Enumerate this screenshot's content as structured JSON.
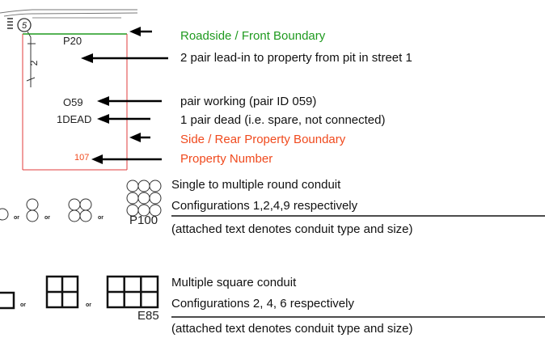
{
  "legend": {
    "roadside": "Roadside / Front Boundary",
    "lead_in": "2 pair lead-in to property from pit in street 1",
    "pair_working": "pair working (pair ID 059)",
    "pair_dead": "1 pair dead (i.e. spare, not connected)",
    "side_rear": "Side / Rear Property Boundary",
    "property_number": "Property Number",
    "round_title": "Single to multiple round conduit",
    "round_configs": "Configurations 1,2,4,9 respectively",
    "round_note": "(attached text denotes conduit type and size)",
    "square_title": "Multiple square conduit",
    "square_configs": "Configurations 2, 4, 6 respectively",
    "square_note": "(attached text denotes conduit type and size)"
  },
  "diagram": {
    "pit_number": "5",
    "pair_count": "2",
    "pit_label": "P20",
    "pair_id": "O59",
    "dead_label": "1DEAD",
    "property_no": "107",
    "round_conduit_code": "P100",
    "square_conduit_code": "E85",
    "or_word": "or"
  },
  "colors": {
    "roadside": "#1f9a1f",
    "side_rear": "#f04a1e",
    "property_number": "#f04a1e",
    "boundary_line": "#e03b3b",
    "text": "#111111"
  }
}
